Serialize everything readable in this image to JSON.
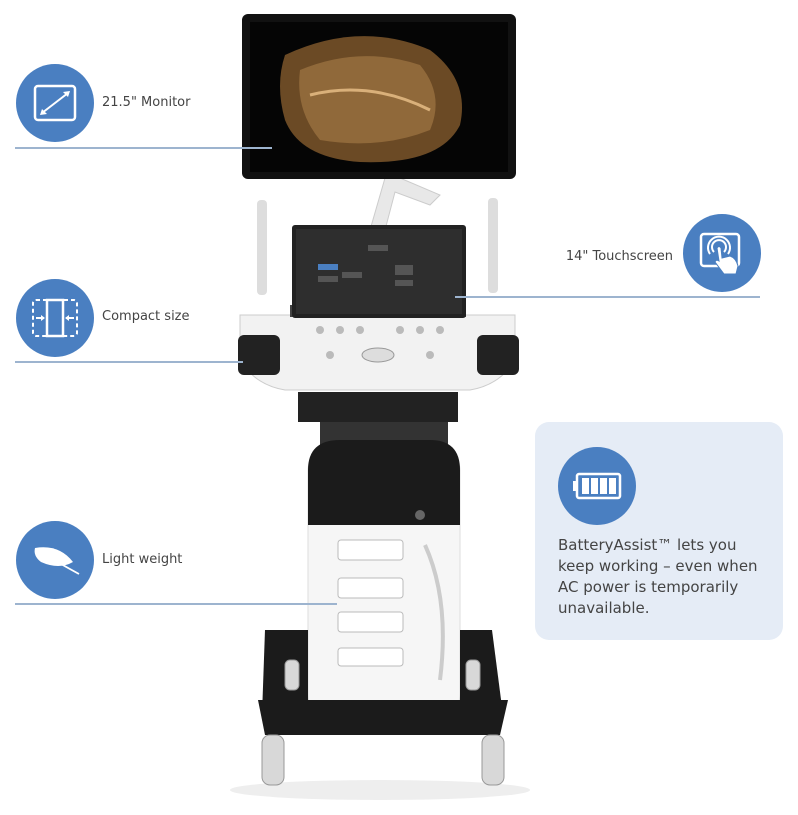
{
  "features": [
    {
      "label": "21.5\" Monitor",
      "icon": "monitor-diagonal-icon"
    },
    {
      "label": "Compact size",
      "icon": "compact-size-icon"
    },
    {
      "label": "Light weight",
      "icon": "feather-icon"
    },
    {
      "label": "14\" Touchscreen",
      "icon": "touchscreen-icon"
    }
  ],
  "battery_card": {
    "icon": "battery-icon",
    "text": "BatteryAssist™ lets you keep working – even when AC power is temporarily unavailable."
  },
  "colors": {
    "accent": "#4a7fc1",
    "card_bg": "#e5ecf6",
    "rule": "#9db4cf"
  }
}
